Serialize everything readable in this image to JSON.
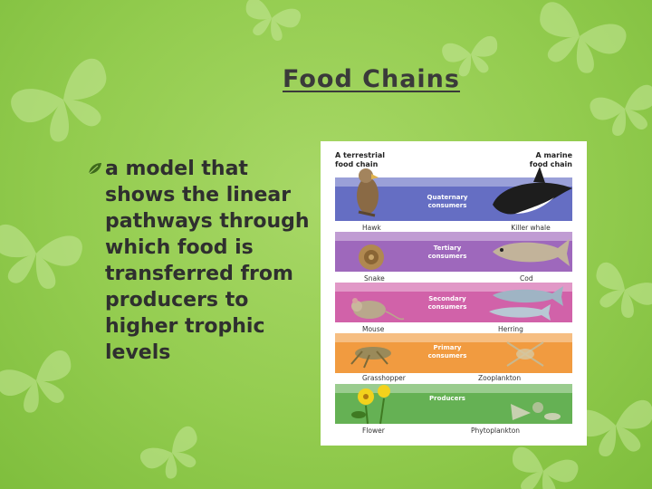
{
  "slide": {
    "title": "Food Chains",
    "bullet": "a model that shows the linear pathways through which food is transferred from producers to higher trophic levels"
  },
  "figure": {
    "left_header_line1": "A terrestrial",
    "left_header_line2": "food chain",
    "right_header_line1": "A marine",
    "right_header_line2": "food chain",
    "levels": [
      {
        "line1": "Quaternary",
        "line2": "consumers",
        "left": "Hawk",
        "right": "Killer whale",
        "color": "#4a55b8"
      },
      {
        "line1": "Tertiary",
        "line2": "consumers",
        "left": "Snake",
        "right": "Cod",
        "color": "#8d4db0"
      },
      {
        "line1": "Secondary",
        "line2": "consumers",
        "left": "Mouse",
        "right": "Herring",
        "color": "#c9469a"
      },
      {
        "line1": "Primary",
        "line2": "consumers",
        "left": "Grasshopper",
        "right": "Zooplankton",
        "color": "#ef8a1f"
      },
      {
        "line1": "Producers",
        "line2": "",
        "left": "Flower",
        "right": "Phytoplankton",
        "color": "#4aa336"
      }
    ]
  },
  "icons": {
    "bullet": "leaf-bullet-icon",
    "background": "butterfly-icon"
  }
}
